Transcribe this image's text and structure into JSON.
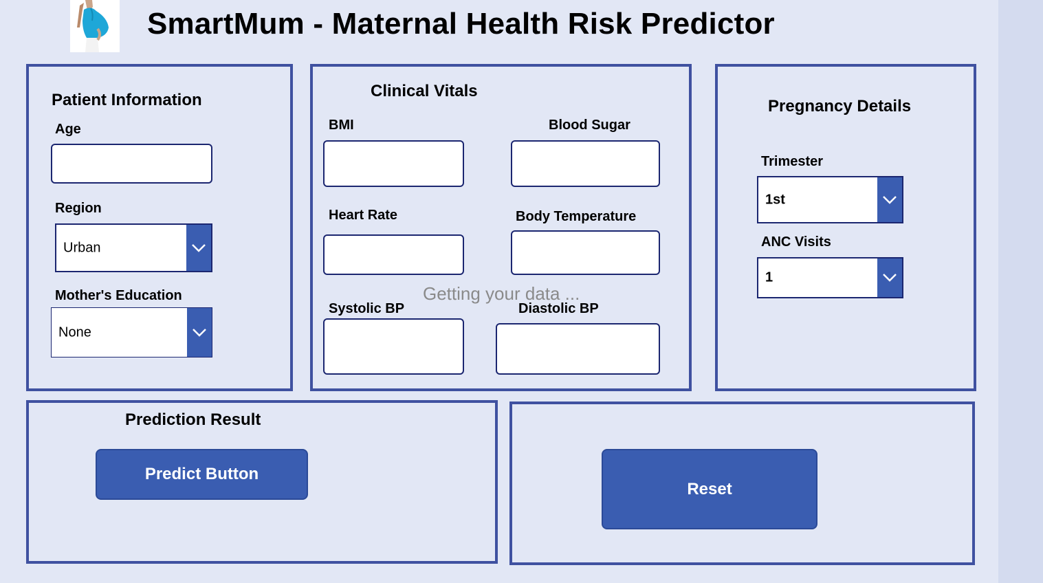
{
  "app": {
    "title": "SmartMum - Maternal Health Risk Predictor"
  },
  "patient": {
    "heading": "Patient Information",
    "age_label": "Age",
    "region_label": "Region",
    "region_value": "Urban",
    "education_label": "Mother's Education",
    "education_value": "None"
  },
  "vitals": {
    "heading": "Clinical Vitals",
    "bmi_label": "BMI",
    "blood_sugar_label": "Blood Sugar",
    "heart_rate_label": "Heart Rate",
    "body_temp_label": "Body Temperature",
    "systolic_label": "Systolic BP",
    "diastolic_label": "Diastolic BP",
    "loading_text": "Getting your data ..."
  },
  "pregnancy": {
    "heading": "Pregnancy Details",
    "trimester_label": "Trimester",
    "trimester_value": "1st",
    "anc_label": "ANC Visits",
    "anc_value": "1"
  },
  "prediction": {
    "heading": "Prediction Result",
    "predict_label": "Predict Button"
  },
  "actions": {
    "reset_label": "Reset"
  },
  "colors": {
    "background": "#e2e7f5",
    "panel_border": "#3f51a0",
    "accent": "#3a5db1",
    "field_border": "#1b2670"
  },
  "icons": {
    "logo": "pregnant-woman-logo",
    "dropdown": "chevron-down-icon"
  }
}
